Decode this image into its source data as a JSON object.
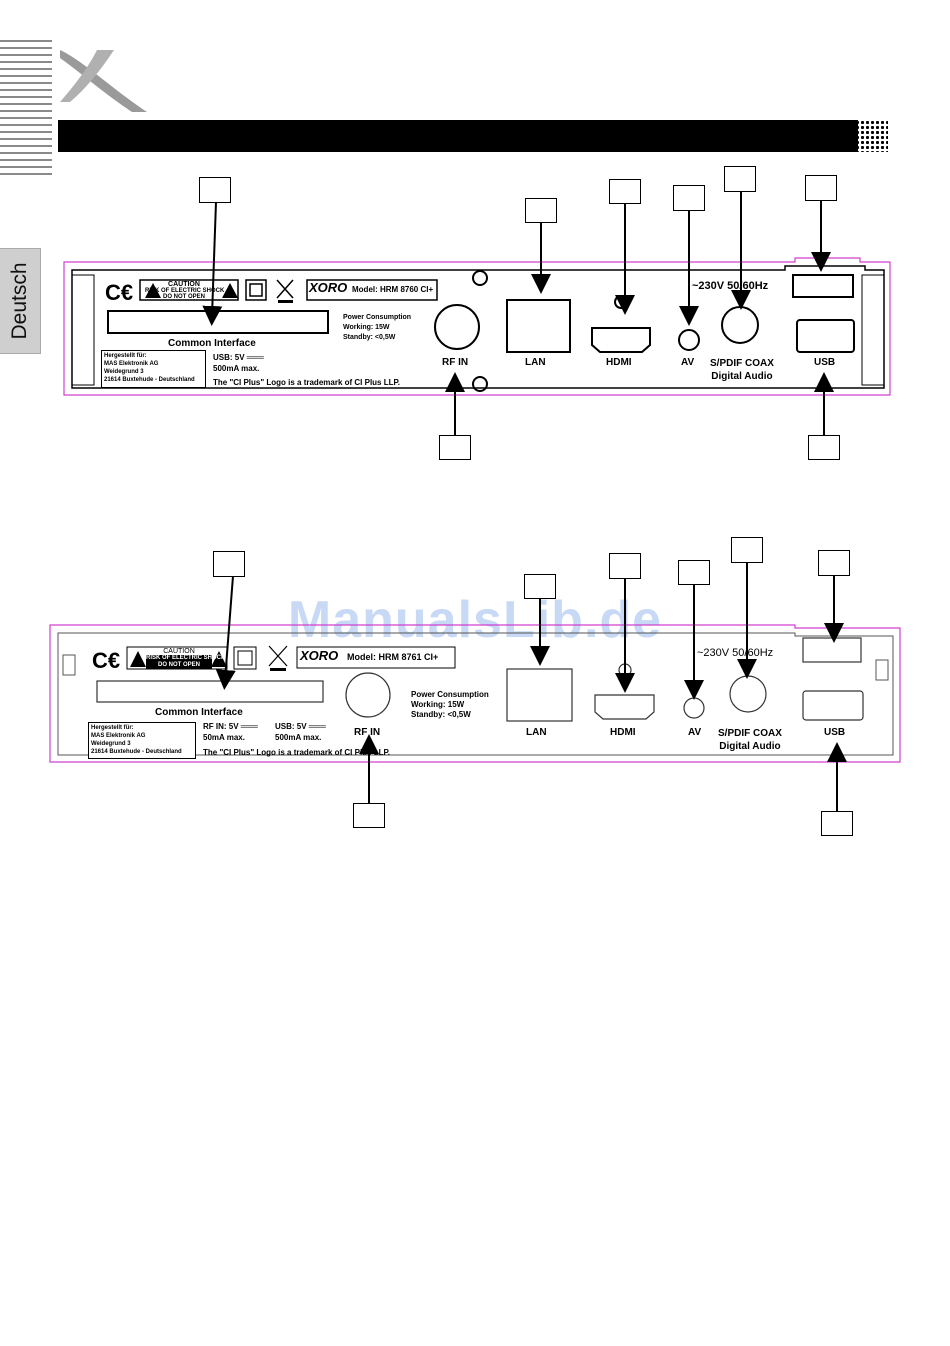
{
  "sidebar": {
    "language_tab": "Deutsch"
  },
  "watermark": "ManualsLib.de",
  "panel1": {
    "ports": {
      "rf_in": "RF IN",
      "lan": "LAN",
      "hdmi": "HDMI",
      "av": "AV",
      "spdif_line1": "S/PDIF COAX",
      "spdif_line2": "Digital Audio",
      "usb": "USB"
    },
    "power_label": "~230V 50/60Hz",
    "common_interface": "Common Interface",
    "caution_title": "CAUTION",
    "caution_line1": "RISK OF ELECTRIC SHOCK",
    "caution_line2": "DO NOT OPEN",
    "brand": "XORO",
    "model": "Model: HRM 8760 CI+",
    "power_consumption_title": "Power Consumption",
    "working": "Working: 15W",
    "standby": "Standby: <0,5W",
    "manufacturer_line1": "Hergestellt für:",
    "manufacturer_line2": "MAS Elektronik AG",
    "manufacturer_line3": "Weidegrund 3",
    "manufacturer_line4": "21614 Buxtehude - Deutschland",
    "usb_rating_line1": "USB: 5V ═══",
    "usb_rating_line2": "500mA max.",
    "ci_plus_note": "The \"CI Plus\" Logo is a trademark of CI Plus LLP."
  },
  "panel2": {
    "ports": {
      "rf_in": "RF IN",
      "lan": "LAN",
      "hdmi": "HDMI",
      "av": "AV",
      "spdif_line1": "S/PDIF COAX",
      "spdif_line2": "Digital Audio",
      "usb": "USB"
    },
    "power_label": "~230V 50/60Hz",
    "common_interface": "Common Interface",
    "caution_title": "CAUTION",
    "caution_line1": "RISK OF ELECTRIC SHOCK",
    "caution_line2": "DO NOT OPEN",
    "brand": "XORO",
    "model": "Model: HRM 8761 CI+",
    "power_consumption_title": "Power Consumption",
    "working": "Working: 15W",
    "standby": "Standby: <0,5W",
    "manufacturer_line1": "Hergestellt für:",
    "manufacturer_line2": "MAS Elektronik AG",
    "manufacturer_line3": "Weidegrund 3",
    "manufacturer_line4": "21614 Buxtehude - Deutschland",
    "rf_rating_line1": "RF IN: 5V ═══",
    "rf_rating_line2": "50mA max.",
    "usb_rating_line1": "USB: 5V ═══",
    "usb_rating_line2": "500mA max.",
    "ci_plus_note": "The \"CI Plus\" Logo is a trademark of CI Plus LLP."
  }
}
